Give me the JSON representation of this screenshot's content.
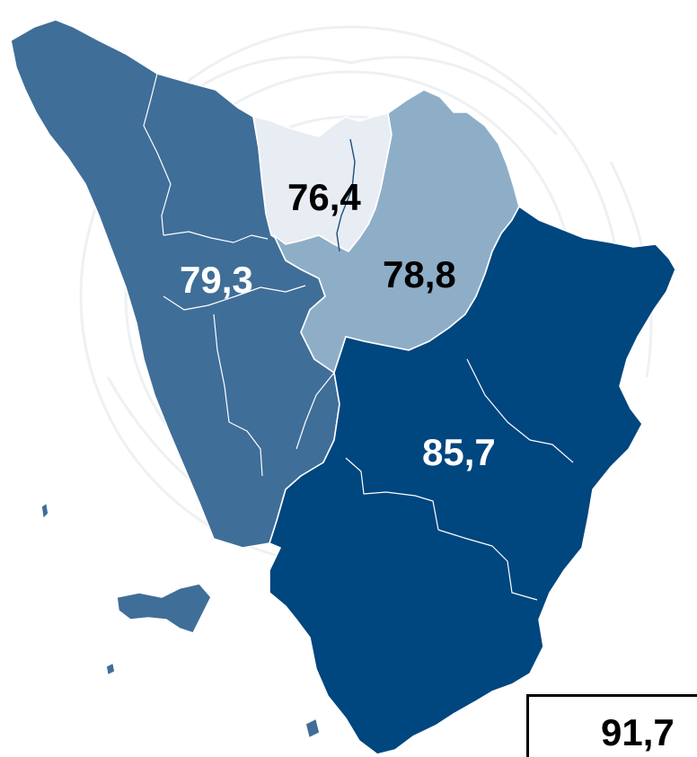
{
  "colors": {
    "coast": "#3f6e98",
    "north_center": "#e8edf3",
    "center": "#8eaec8",
    "south_east": "#00467f",
    "light_label": "#ffffff",
    "dark_label": "#000000"
  },
  "regions": {
    "coast": {
      "value": "79,3"
    },
    "north_center": {
      "value": "76,4"
    },
    "center": {
      "value": "78,8"
    },
    "south_east": {
      "value": "85,7"
    }
  },
  "legend": {
    "value": "91,7"
  }
}
